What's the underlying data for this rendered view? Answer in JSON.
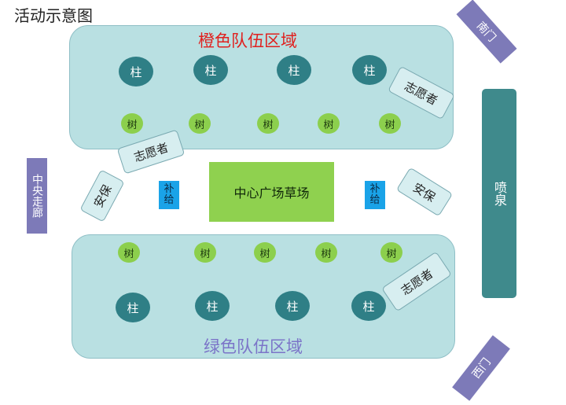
{
  "title": "活动示意图",
  "orange_zone": {
    "label": "橙色队伍区域",
    "label_color": "#e0211f",
    "pillars": [
      "柱",
      "柱",
      "柱",
      "柱"
    ],
    "trees": [
      "树",
      "树",
      "树",
      "树",
      "树"
    ],
    "volunteer": "志愿者"
  },
  "green_zone": {
    "label": "绿色队伍区域",
    "label_color": "#7b74c8",
    "pillars": [
      "柱",
      "柱",
      "柱",
      "柱"
    ],
    "trees": [
      "树",
      "树",
      "树",
      "树",
      "树"
    ],
    "volunteer": "志愿者"
  },
  "center": {
    "lawn": "中心广场草场",
    "supply_left": [
      "补",
      "给"
    ],
    "supply_right": [
      "补",
      "给"
    ],
    "security_left": "安保",
    "security_right": "安保",
    "volunteer_left": "志愿者"
  },
  "gates": {
    "south": "南门",
    "west": "西门"
  },
  "corridor": "中央走廊",
  "fountain": "喷泉",
  "colors": {
    "zone_fill": "#b9e0e2",
    "pillar": "#2f7f86",
    "tree": "#8ccf4d",
    "lawn": "#8fd14f",
    "supply": "#1aa3e8",
    "gate": "#7d7ab8",
    "fountain": "#3f8a8c"
  }
}
